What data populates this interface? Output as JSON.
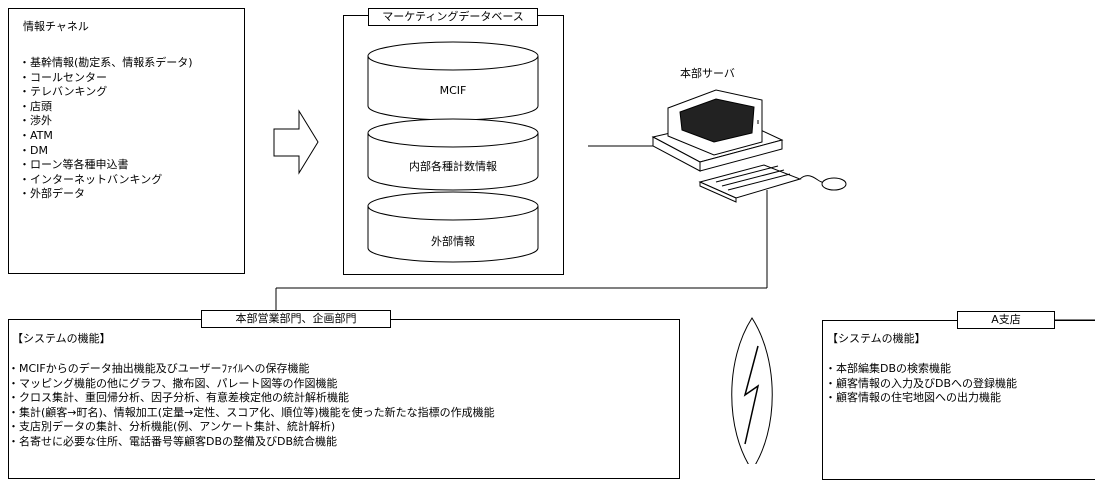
{
  "channels": {
    "title": "情報チャネル",
    "items": [
      "・基幹情報(勘定系、情報系データ)",
      "・コールセンター",
      "・テレバンキング",
      "・店頭",
      "・渉外",
      "・ATM",
      "・DM",
      "・ローン等各種申込書",
      "・インターネットバンキング",
      "・外部データ"
    ]
  },
  "database": {
    "title": "マーケティングデータベース",
    "cylinders": [
      "MCIF",
      "内部各種計数情報",
      "外部情報"
    ]
  },
  "server": {
    "label": "本部サーバ"
  },
  "hq": {
    "title": "本部営業部門、企画部門",
    "heading": "【システムの機能】",
    "items": [
      "・MCIFからのデータ抽出機能及びユーザーﾌｧｲﾙへの保存機能",
      "・マッピング機能の他にグラフ、撒布図、パレート図等の作図機能",
      "・クロス集計、重回帰分析、因子分析、有意差検定他の統計解析機能",
      "・集計(顧客→町名)、情報加工(定量→定性、スコア化、順位等)機能を使った新たな指標の作成機能",
      "・支店別データの集計、分析機能(例、アンケート集計、統計解析)",
      "・名寄せに必要な住所、電話番号等顧客DBの整備及びDB統合機能"
    ]
  },
  "branch": {
    "title": "A支店",
    "heading": "【システムの機能】",
    "items": [
      "・本部編集DBの検索機能",
      "・顧客情報の入力及びDBへの登録機能",
      "・顧客情報の住宅地図への出力機能"
    ]
  }
}
